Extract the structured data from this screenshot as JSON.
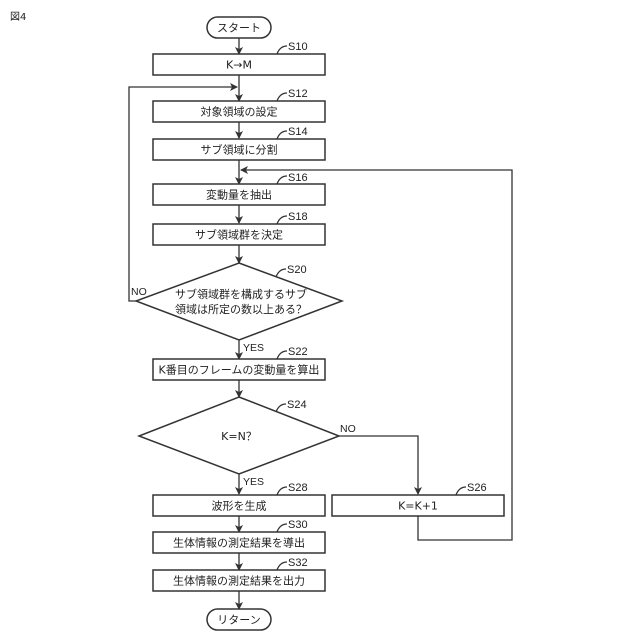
{
  "figure_label": "図4",
  "nodes": {
    "start": {
      "text": "スタート"
    },
    "s10": {
      "step": "S10",
      "text": "K→M"
    },
    "s12": {
      "step": "S12",
      "text": "対象領域の設定"
    },
    "s14": {
      "step": "S14",
      "text": "サブ領域に分割"
    },
    "s16": {
      "step": "S16",
      "text": "変動量を抽出"
    },
    "s18": {
      "step": "S18",
      "text": "サブ領域群を決定"
    },
    "s20": {
      "step": "S20",
      "text_line1": "サブ領域群を構成するサブ",
      "text_line2": "領域は所定の数以上ある？"
    },
    "s22": {
      "step": "S22",
      "text": "K番目のフレームの変動量を算出"
    },
    "s24": {
      "step": "S24",
      "text": "K=N？"
    },
    "s26": {
      "step": "S26",
      "text": "K=K+1"
    },
    "s28": {
      "step": "S28",
      "text": "波形を生成"
    },
    "s30": {
      "step": "S30",
      "text": "生体情報の測定結果を導出"
    },
    "s32": {
      "step": "S32",
      "text": "生体情報の測定結果を出力"
    },
    "end": {
      "text": "リターン"
    }
  },
  "branches": {
    "s20_no": "NO",
    "s20_yes": "YES",
    "s24_no": "NO",
    "s24_yes": "YES"
  }
}
